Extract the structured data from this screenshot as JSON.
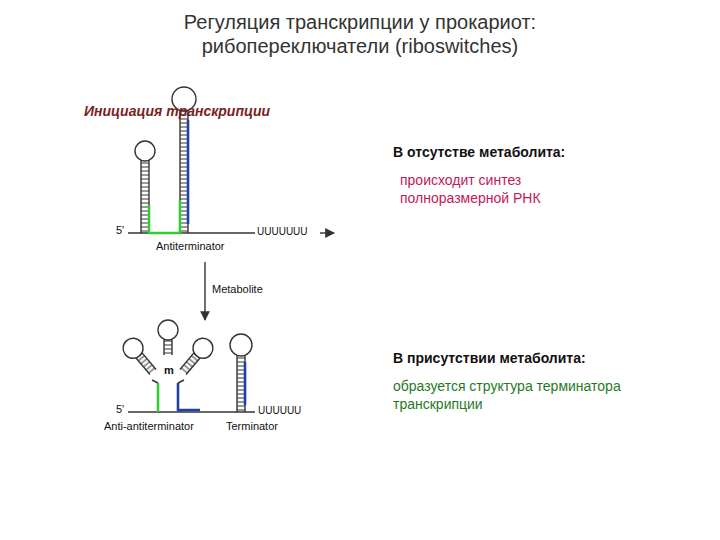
{
  "diagram": {
    "title": "Регуляция транскрипции у прокариот: рибопереключатели (riboswitches)",
    "labels": [
      "Инициация транскрипции",
      "5'",
      "UUUUUUU",
      "Antiterminator",
      "Metabolite",
      "m",
      "5'",
      "UUUUUU",
      "Anti-antiterminator",
      "Terminator",
      "В отсутстве метаболита:",
      "происходит синтез полноразмерной РНК",
      "В присутствии метаболита:",
      "образуется структура терминатора транскрипции"
    ]
  }
}
